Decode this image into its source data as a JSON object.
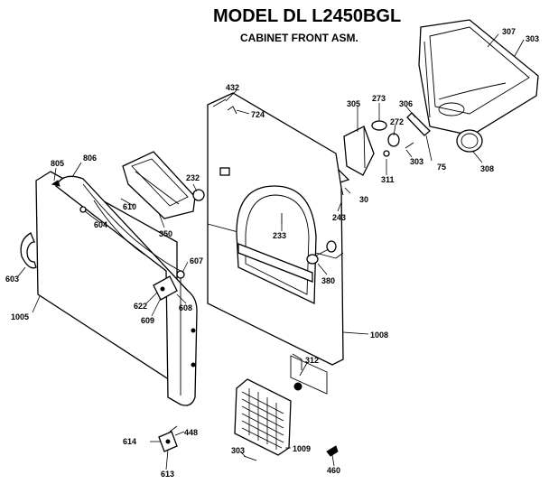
{
  "header": {
    "title": "MODEL DL L2450BGL",
    "subtitle": "CABINET FRONT ASM."
  },
  "callouts": {
    "c432": "432",
    "c724": "724",
    "c305": "305",
    "c273": "273",
    "c306": "306",
    "c307": "307",
    "c303a": "303",
    "c272": "272",
    "c303b": "303",
    "c75": "75",
    "c311": "311",
    "c308": "308",
    "c30": "30",
    "c243": "243",
    "c233": "233",
    "c232": "232",
    "c350": "350",
    "c805": "805",
    "c806": "806",
    "c610": "610",
    "c604": "604",
    "c603": "603",
    "c607": "607",
    "c622": "622",
    "c609": "609",
    "c608": "608",
    "c1005": "1005",
    "c380": "380",
    "c1008": "1008",
    "c312": "312",
    "c614": "614",
    "c448": "448",
    "c613": "613",
    "c303c": "303",
    "c1009": "1009",
    "c460": "460"
  }
}
